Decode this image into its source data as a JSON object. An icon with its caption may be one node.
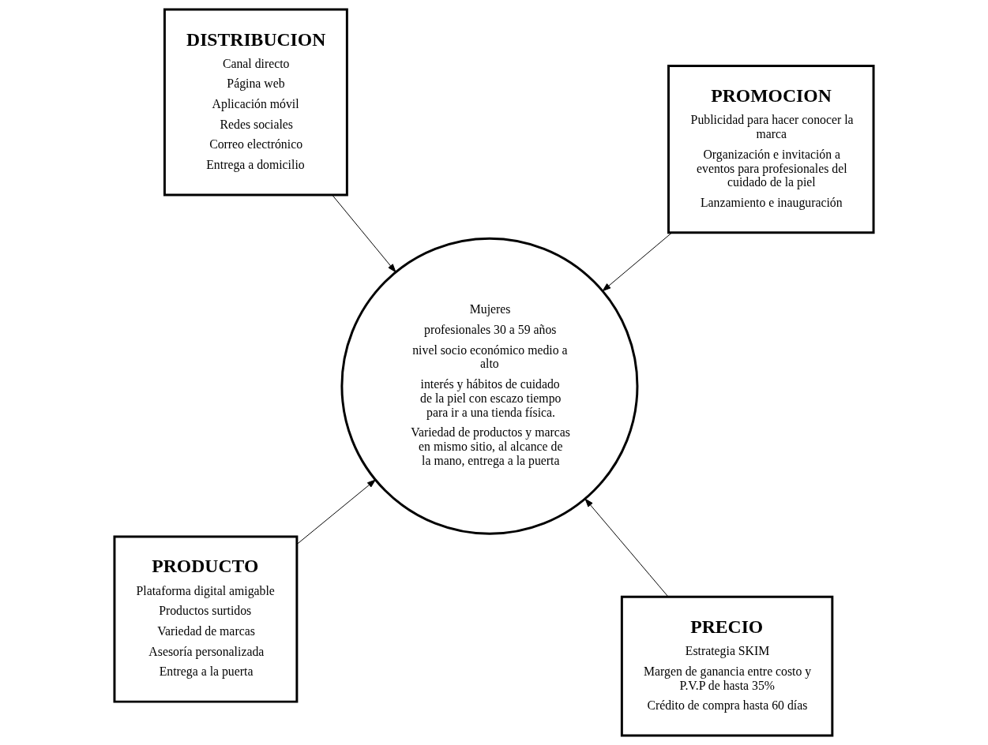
{
  "diagram": {
    "nodes": [
      {
        "text": [
          "PRODUCTO",
          "Plataforma digital amigable",
          "Productos surtidos",
          "Variedad de marcas",
          "Asesoría personalizada",
          "Entrega a la puerta"
        ]
      },
      {
        "text": [
          "PRECIO",
          "Estrategia SKIM",
          "Margen de ganancia entre costo y P.V.P de hasta 35%",
          "Crédito de compra hasta 60 días"
        ]
      },
      {
        "text": [
          "Mujeres",
          "profesionales 30 a 59 años",
          "nivel socio económico medio a alto",
          "interés y hábitos de cuidado de la piel con escazo tiempo para ir a una tienda física.",
          "Variedad de productos y marcas en mismo sitio, al alcance de la mano, entrega a la puerta"
        ]
      },
      {
        "text": [
          "DISTRIBUCION",
          "Canal directo",
          "Página web",
          "Aplicación móvil",
          "Redes sociales",
          "Correo electrónico",
          "Entrega a domicilio"
        ]
      },
      {
        "text": [
          "PROMOCION",
          "Publicidad para hacer conocer la marca",
          "Organización e invitación a eventos para profesionales del cuidado de la piel",
          "Lanzamiento e inauguración"
        ]
      }
    ],
    "edges": [
      {
        "from": 0,
        "to": 2,
        "arrow": "to"
      },
      {
        "from": 1,
        "to": 2,
        "arrow": "to"
      },
      {
        "from": 3,
        "to": 2,
        "arrow": "to"
      },
      {
        "from": 4,
        "to": 2,
        "arrow": "to"
      }
    ]
  }
}
